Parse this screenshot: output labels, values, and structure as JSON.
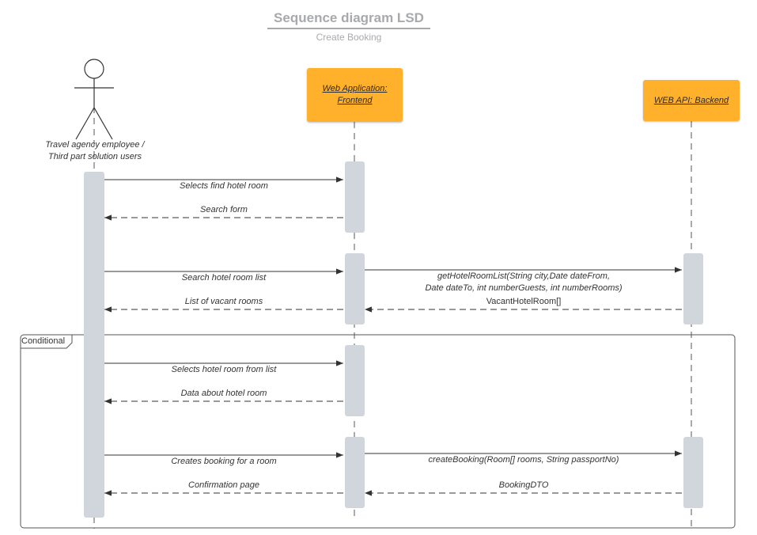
{
  "header": {
    "title": "Sequence diagram LSD",
    "subtitle": "Create Booking"
  },
  "participants": {
    "actor": {
      "label_line1": "Travel agency employee /",
      "label_line2": "Third part solution users"
    },
    "frontend": {
      "label_line1": "Web Application:",
      "label_line2": "Frontend"
    },
    "backend": {
      "label": "WEB API: Backend"
    }
  },
  "fragment": {
    "label": "Conditional"
  },
  "messages": {
    "m1": "Selects find hotel room",
    "m2": "Search form",
    "m3": "Search hotel room list",
    "m4a": "getHotelRoomList(String city,Date dateFrom,",
    "m4b": "Date dateTo, int numberGuests, int numberRooms)",
    "m5": "VacantHotelRoom[]",
    "m6": "List of vacant rooms",
    "m7": "Selects hotel room from list",
    "m8": "Data about hotel room",
    "m9": "Creates booking for a room",
    "m10": "createBooking(Room[] rooms, String passportNo)",
    "m11": "BookingDTO",
    "m12": "Confirmation page"
  },
  "colors": {
    "participant_fill": "#ffb12b",
    "activation_fill": "#d1d6dd",
    "line": "#333333",
    "title": "#a7a9ad"
  }
}
